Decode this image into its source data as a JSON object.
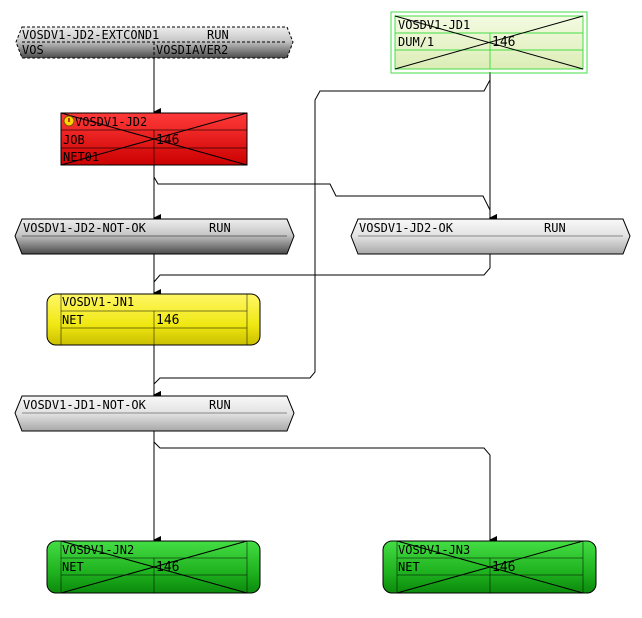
{
  "diagram": {
    "nodes": {
      "extcond": {
        "name": "VOSDV1-JD2-EXTCOND1",
        "status": "RUN",
        "field1": "VOS",
        "field2": "VOSDIAVER2"
      },
      "jd1": {
        "name": "VOSDV1-JD1",
        "field1": "DUM/1",
        "field2": "146"
      },
      "jd2": {
        "name": "VOSDV1-JD2",
        "field1": "JOB",
        "field2": "146",
        "field3": "NET01",
        "flag_icon": "warning-icon"
      },
      "jd2_not_ok": {
        "name": "VOSDV1-JD2-NOT-OK",
        "status": "RUN"
      },
      "jd2_ok": {
        "name": "VOSDV1-JD2-OK",
        "status": "RUN"
      },
      "jn1": {
        "name": "VOSDV1-JN1",
        "field1": "NET",
        "field2": "146"
      },
      "jd1_not_ok": {
        "name": "VOSDV1-JD1-NOT-OK",
        "status": "RUN"
      },
      "jn2": {
        "name": "VOSDV1-JN2",
        "field1": "NET",
        "field2": "146"
      },
      "jn3": {
        "name": "VOSDV1-JN3",
        "field1": "NET",
        "field2": "146"
      }
    },
    "colors": {
      "red": "#ee1111",
      "yellow": "#f4ee14",
      "green": "#22bb22",
      "light_green_border": "#44dd44",
      "gray_light": "#e4e4e4",
      "gray_dark": "#555555",
      "line": "#000000"
    }
  }
}
